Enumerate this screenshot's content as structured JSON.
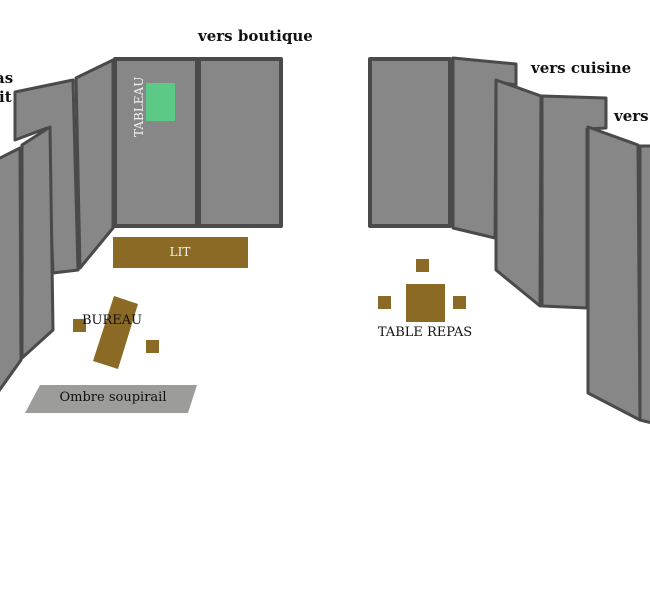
{
  "labels": {
    "vers_boutique": "vers boutique",
    "vers_cuisine": "vers cuisine",
    "vers_right_partial": "vers c",
    "left_top_partial": "as",
    "left_bottom_partial": "it",
    "tableau": "TABLEAU",
    "lit": "LIT",
    "bureau": "BUREAU",
    "table_repas": "TABLE REPAS",
    "ombre_soupirail": "Ombre soupirail"
  },
  "colors": {
    "panel_fill": "#878787",
    "panel_border": "#4a4a4a",
    "furniture": "#8a6a25",
    "tableau": "#5dc987",
    "shadow": "#9c9c98"
  }
}
